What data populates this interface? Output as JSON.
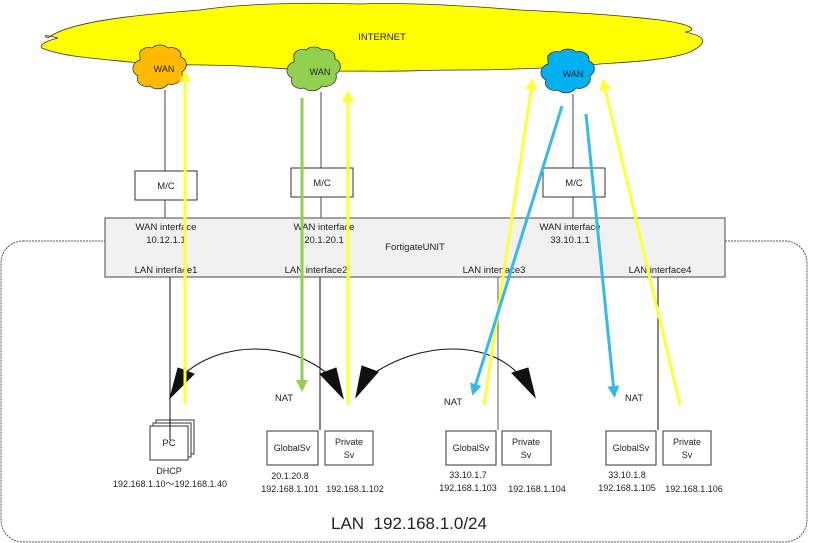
{
  "internet": {
    "label": "INTERNET",
    "color": "#ffff00"
  },
  "wans": [
    {
      "label": "WAN",
      "color": "#ffb900"
    },
    {
      "label": "WAN",
      "color": "#92d050"
    },
    {
      "label": "WAN",
      "color": "#00b0f0"
    }
  ],
  "media_converters": [
    {
      "label": "M/C"
    },
    {
      "label": "M/C"
    },
    {
      "label": "M/C"
    }
  ],
  "fortigate": {
    "label": "FortigateUNIT",
    "wan_interfaces": [
      {
        "label": "WAN interface",
        "ip": "10.12.1.1",
        "color": "#ffc000"
      },
      {
        "label": "WAN interface",
        "ip": "20.1.20.1",
        "color": "#00b050"
      },
      {
        "label": "WAN interface",
        "ip": "33.10.1.1",
        "color": "#00b0f0"
      }
    ],
    "lan_interfaces": [
      {
        "label": "LAN interface1"
      },
      {
        "label": "LAN interface2"
      },
      {
        "label": "LAN interface3"
      },
      {
        "label": "LAN interface4"
      }
    ]
  },
  "nat_labels": [
    {
      "label": "NAT",
      "color": "#92d050"
    },
    {
      "label": "NAT",
      "color": "#00b0f0"
    },
    {
      "label": "NAT",
      "color": "#00b0f0"
    }
  ],
  "pc": {
    "label": "PC",
    "note": "DHCP",
    "range": "192.168.1.10～192.168.1.40"
  },
  "servers": [
    {
      "label": "GlobalSv",
      "global_ip": "20.1.20.8",
      "global_color": "#00b050",
      "ip": "192.168.1.101"
    },
    {
      "label_line1": "Private",
      "label_line2": "Sv",
      "ip": "192.168.1.102"
    },
    {
      "label": "GlobalSv",
      "global_ip": "33.10.1.7",
      "global_color": "#00b0f0",
      "ip": "192.168.1.103"
    },
    {
      "label_line1": "Private",
      "label_line2": "Sv",
      "ip": "192.168.1.104"
    },
    {
      "label": "GlobalSv",
      "global_ip": "33.10.1.8",
      "global_color": "#00b0f0",
      "ip": "192.168.1.105"
    },
    {
      "label_line1": "Private",
      "label_line2": "Sv",
      "ip": "192.168.1.106"
    }
  ],
  "lan": {
    "label": "LAN  192.168.1.0/24"
  },
  "flow_colors": {
    "yellow": "#ffff33",
    "green": "#92d050",
    "blue": "#33bbee"
  }
}
